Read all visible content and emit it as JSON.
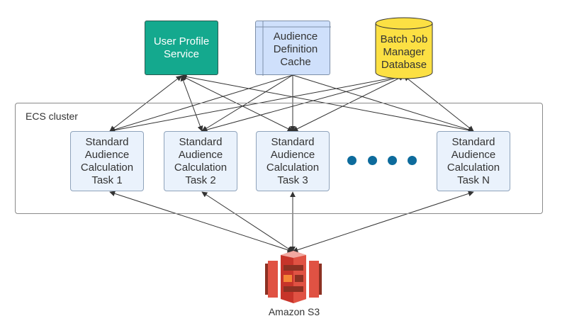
{
  "services": {
    "user_profile": "User Profile\nService",
    "audience_cache": "Audience\nDefinition\nCache",
    "batch_db": "Batch Job\nManager\nDatabase"
  },
  "cluster": {
    "label": "ECS cluster"
  },
  "tasks": [
    "Standard\nAudience\nCalculation\nTask 1",
    "Standard\nAudience\nCalculation\nTask 2",
    "Standard\nAudience\nCalculation\nTask 3",
    "Standard\nAudience\nCalculation\nTask N"
  ],
  "s3": {
    "label": "Amazon S3"
  },
  "colors": {
    "user_profile_fill": "#14a98e",
    "cache_fill": "#cfe0fb",
    "db_fill": "#fce043",
    "task_fill": "#eaf2fc",
    "s3_red": "#d33b2c",
    "dots": "#0d6b9c"
  },
  "icons": {
    "s3": "amazon-s3-icon",
    "db": "database-cylinder-icon"
  }
}
